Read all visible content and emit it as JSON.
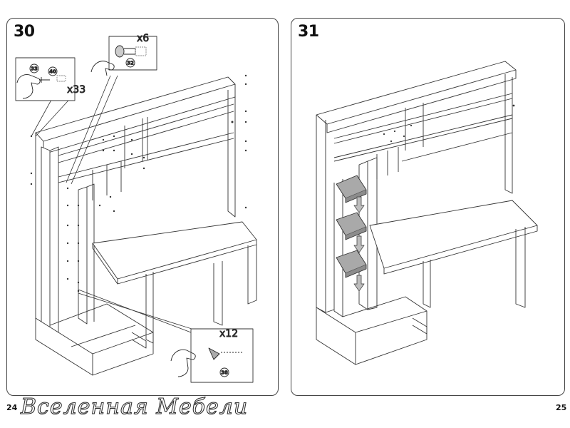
{
  "steps": [
    {
      "number": "30",
      "callouts": [
        {
          "quantity": "x33",
          "parts": [
            "33",
            "40"
          ]
        },
        {
          "quantity": "x6",
          "parts": [
            "32"
          ]
        },
        {
          "quantity": "x12",
          "parts": [
            "38"
          ]
        }
      ]
    },
    {
      "number": "31",
      "shelves_inserted": 3
    }
  ],
  "brand": "Вселенная Мебели",
  "pages": {
    "left": "24",
    "right": "25"
  },
  "colors": {
    "line": "#333333",
    "shelf_fill": "#a9a9a9",
    "arrow_fill": "#bdbdbd",
    "border": "#444444"
  },
  "icons": [
    "hand-icon",
    "screw-icon",
    "dowel-icon",
    "cam-lock-icon",
    "shelf-support-icon",
    "down-arrow-icon"
  ]
}
